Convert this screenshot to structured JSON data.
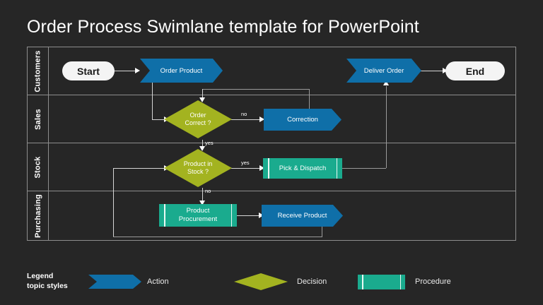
{
  "slide": {
    "title": "Order Process Swimlane template for PowerPoint",
    "background_color": "#262626"
  },
  "colors": {
    "action": "#0f6fa8",
    "decision": "#a3b320",
    "procedure": "#1aab8e",
    "terminator": "#f4f4f4",
    "lane_border": "#8d8d8d",
    "connector": "#d6d6d6"
  },
  "lanes": [
    {
      "label": "Customers"
    },
    {
      "label": "Sales"
    },
    {
      "label": "Stock"
    },
    {
      "label": "Purchasing"
    }
  ],
  "nodes": {
    "start": {
      "label": "Start",
      "type": "terminator",
      "lane": "Customers"
    },
    "order_product": {
      "label": "Order Product",
      "type": "action",
      "lane": "Customers"
    },
    "deliver_order": {
      "label": "Deliver Order",
      "type": "action",
      "lane": "Customers"
    },
    "end": {
      "label": "End",
      "type": "terminator",
      "lane": "Customers"
    },
    "order_correct": {
      "label_line1": "Order",
      "label_line2": "Correct ?",
      "type": "decision",
      "lane": "Sales"
    },
    "correction": {
      "label": "Correction",
      "type": "action",
      "lane": "Sales"
    },
    "product_in_stock": {
      "label_line1": "Product in",
      "label_line2": "Stock ?",
      "type": "decision",
      "lane": "Stock"
    },
    "pick_dispatch": {
      "label": "Pick & Dispatch",
      "type": "procedure",
      "lane": "Stock"
    },
    "product_procurement": {
      "label_line1": "Product",
      "label_line2": "Procurement",
      "type": "procedure",
      "lane": "Purchasing"
    },
    "receive_product": {
      "label": "Receive Product",
      "type": "action",
      "lane": "Purchasing"
    }
  },
  "edge_labels": {
    "order_correct_no": "no",
    "order_correct_yes": "yes",
    "in_stock_yes": "yes",
    "in_stock_no": "no"
  },
  "legend": {
    "title_line1": "Legend",
    "title_line2": "topic styles",
    "items": [
      {
        "label": "Action",
        "shape": "chevron",
        "color": "#0f6fa8"
      },
      {
        "label": "Decision",
        "shape": "diamond",
        "color": "#a3b320"
      },
      {
        "label": "Procedure",
        "shape": "procedure-box",
        "color": "#1aab8e"
      }
    ]
  }
}
